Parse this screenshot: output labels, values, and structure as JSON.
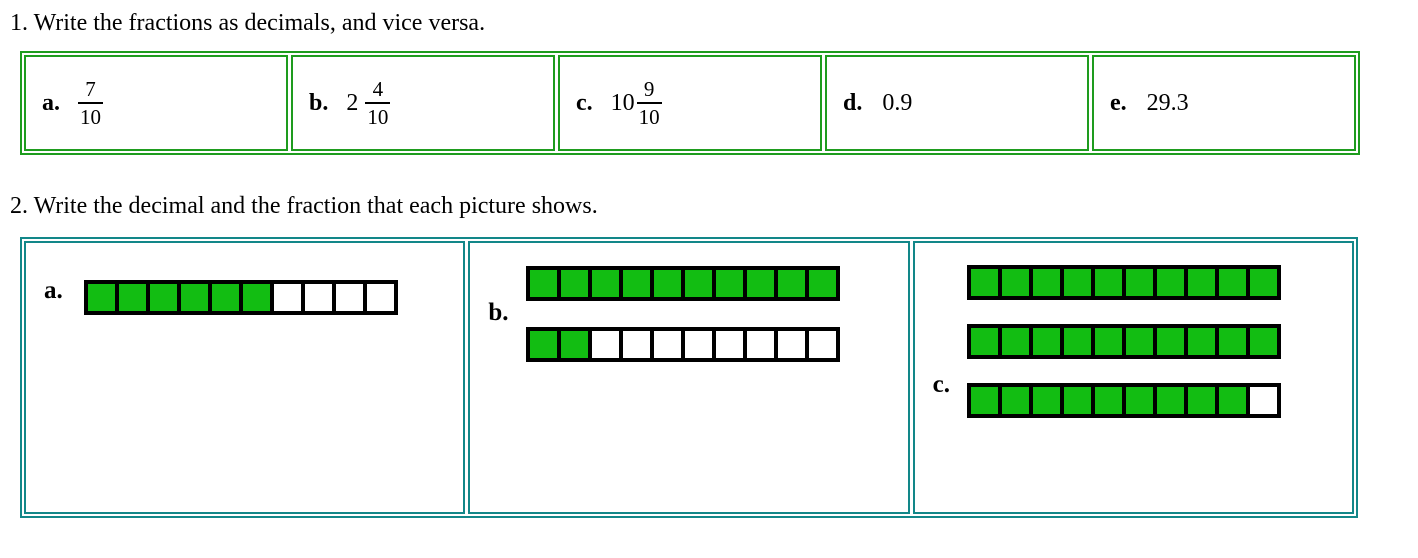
{
  "colors": {
    "table1_border": "#1e9c1e",
    "table2_border": "#128789",
    "square_fill": "#12bd12",
    "square_border": "#000000"
  },
  "question1": {
    "title": "1. Write the fractions as decimals, and vice versa.",
    "cells": [
      {
        "label": "a.",
        "numerator": "7",
        "denominator": "10"
      },
      {
        "label": "b.",
        "whole": "2",
        "numerator": "4",
        "denominator": "10"
      },
      {
        "label": "c.",
        "whole": "10",
        "numerator": "9",
        "denominator": "10"
      },
      {
        "label": "d.",
        "value": "0.9"
      },
      {
        "label": "e.",
        "value": "29.3"
      }
    ]
  },
  "question2": {
    "title": "2. Write the decimal and the fraction that each picture shows.",
    "cells": [
      {
        "label": "a.",
        "bars": [
          {
            "filled": 6,
            "total": 10
          }
        ]
      },
      {
        "label": "b.",
        "bars": [
          {
            "filled": 10,
            "total": 10
          },
          {
            "filled": 2,
            "total": 10
          }
        ]
      },
      {
        "label": "c.",
        "bars": [
          {
            "filled": 10,
            "total": 10
          },
          {
            "filled": 10,
            "total": 10
          },
          {
            "filled": 9,
            "total": 10
          }
        ]
      }
    ]
  }
}
